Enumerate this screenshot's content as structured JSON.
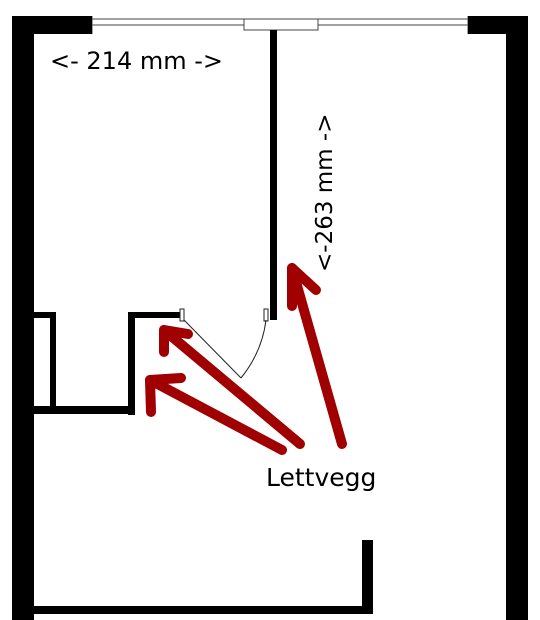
{
  "labels": {
    "width_dimension": "<- 214 mm ->",
    "depth_dimension": "<-263 mm ->",
    "callout": "Lettvegg"
  },
  "icons": {
    "door": "door-swing-icon",
    "window": "sliding-window-icon",
    "arrows": "arrow-icon"
  },
  "colors": {
    "wall": "#000000",
    "arrow": "#a00000",
    "background": "#ffffff"
  }
}
